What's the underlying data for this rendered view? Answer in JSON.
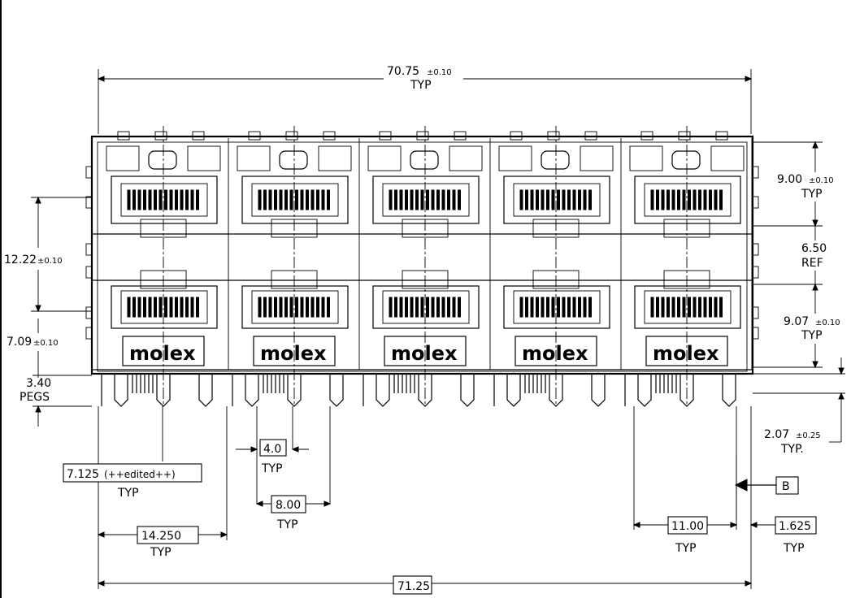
{
  "dimensions": {
    "overall_top": {
      "value": "70.75",
      "tol": "±0.10",
      "note": "TYP"
    },
    "upper_port_height": {
      "value": "9.00",
      "tol": "±0.10",
      "note": "TYP"
    },
    "gap_ref": {
      "value": "6.50",
      "note": "REF"
    },
    "lower_port_height": {
      "value": "9.07",
      "tol": "±0.10",
      "note": "TYP"
    },
    "left_height": {
      "value": "12.22",
      "tol": "±0.10"
    },
    "lower_left": {
      "value": "7.09",
      "tol": "±0.10"
    },
    "pegs": {
      "value": "3.40",
      "note": "PEGS"
    },
    "pin_length": {
      "value": "2.07",
      "tol": "±0.25",
      "note": "TYP."
    },
    "small_pitch": {
      "value": "4.0",
      "note": "TYP"
    },
    "first_port_center": {
      "value": "7.125",
      "edit": "(++edited++)",
      "note": "TYP"
    },
    "peg_spacing": {
      "value": "8.00",
      "note": "TYP"
    },
    "port_pitch": {
      "value": "14.250",
      "note": "TYP"
    },
    "right_pitch": {
      "value": "11.00",
      "note": "TYP"
    },
    "right_edge": {
      "value": "1.625",
      "note": "TYP"
    },
    "overall_bottom": {
      "value": "71.25"
    }
  },
  "datum": "B",
  "brand": "molex",
  "port_columns": 5
}
